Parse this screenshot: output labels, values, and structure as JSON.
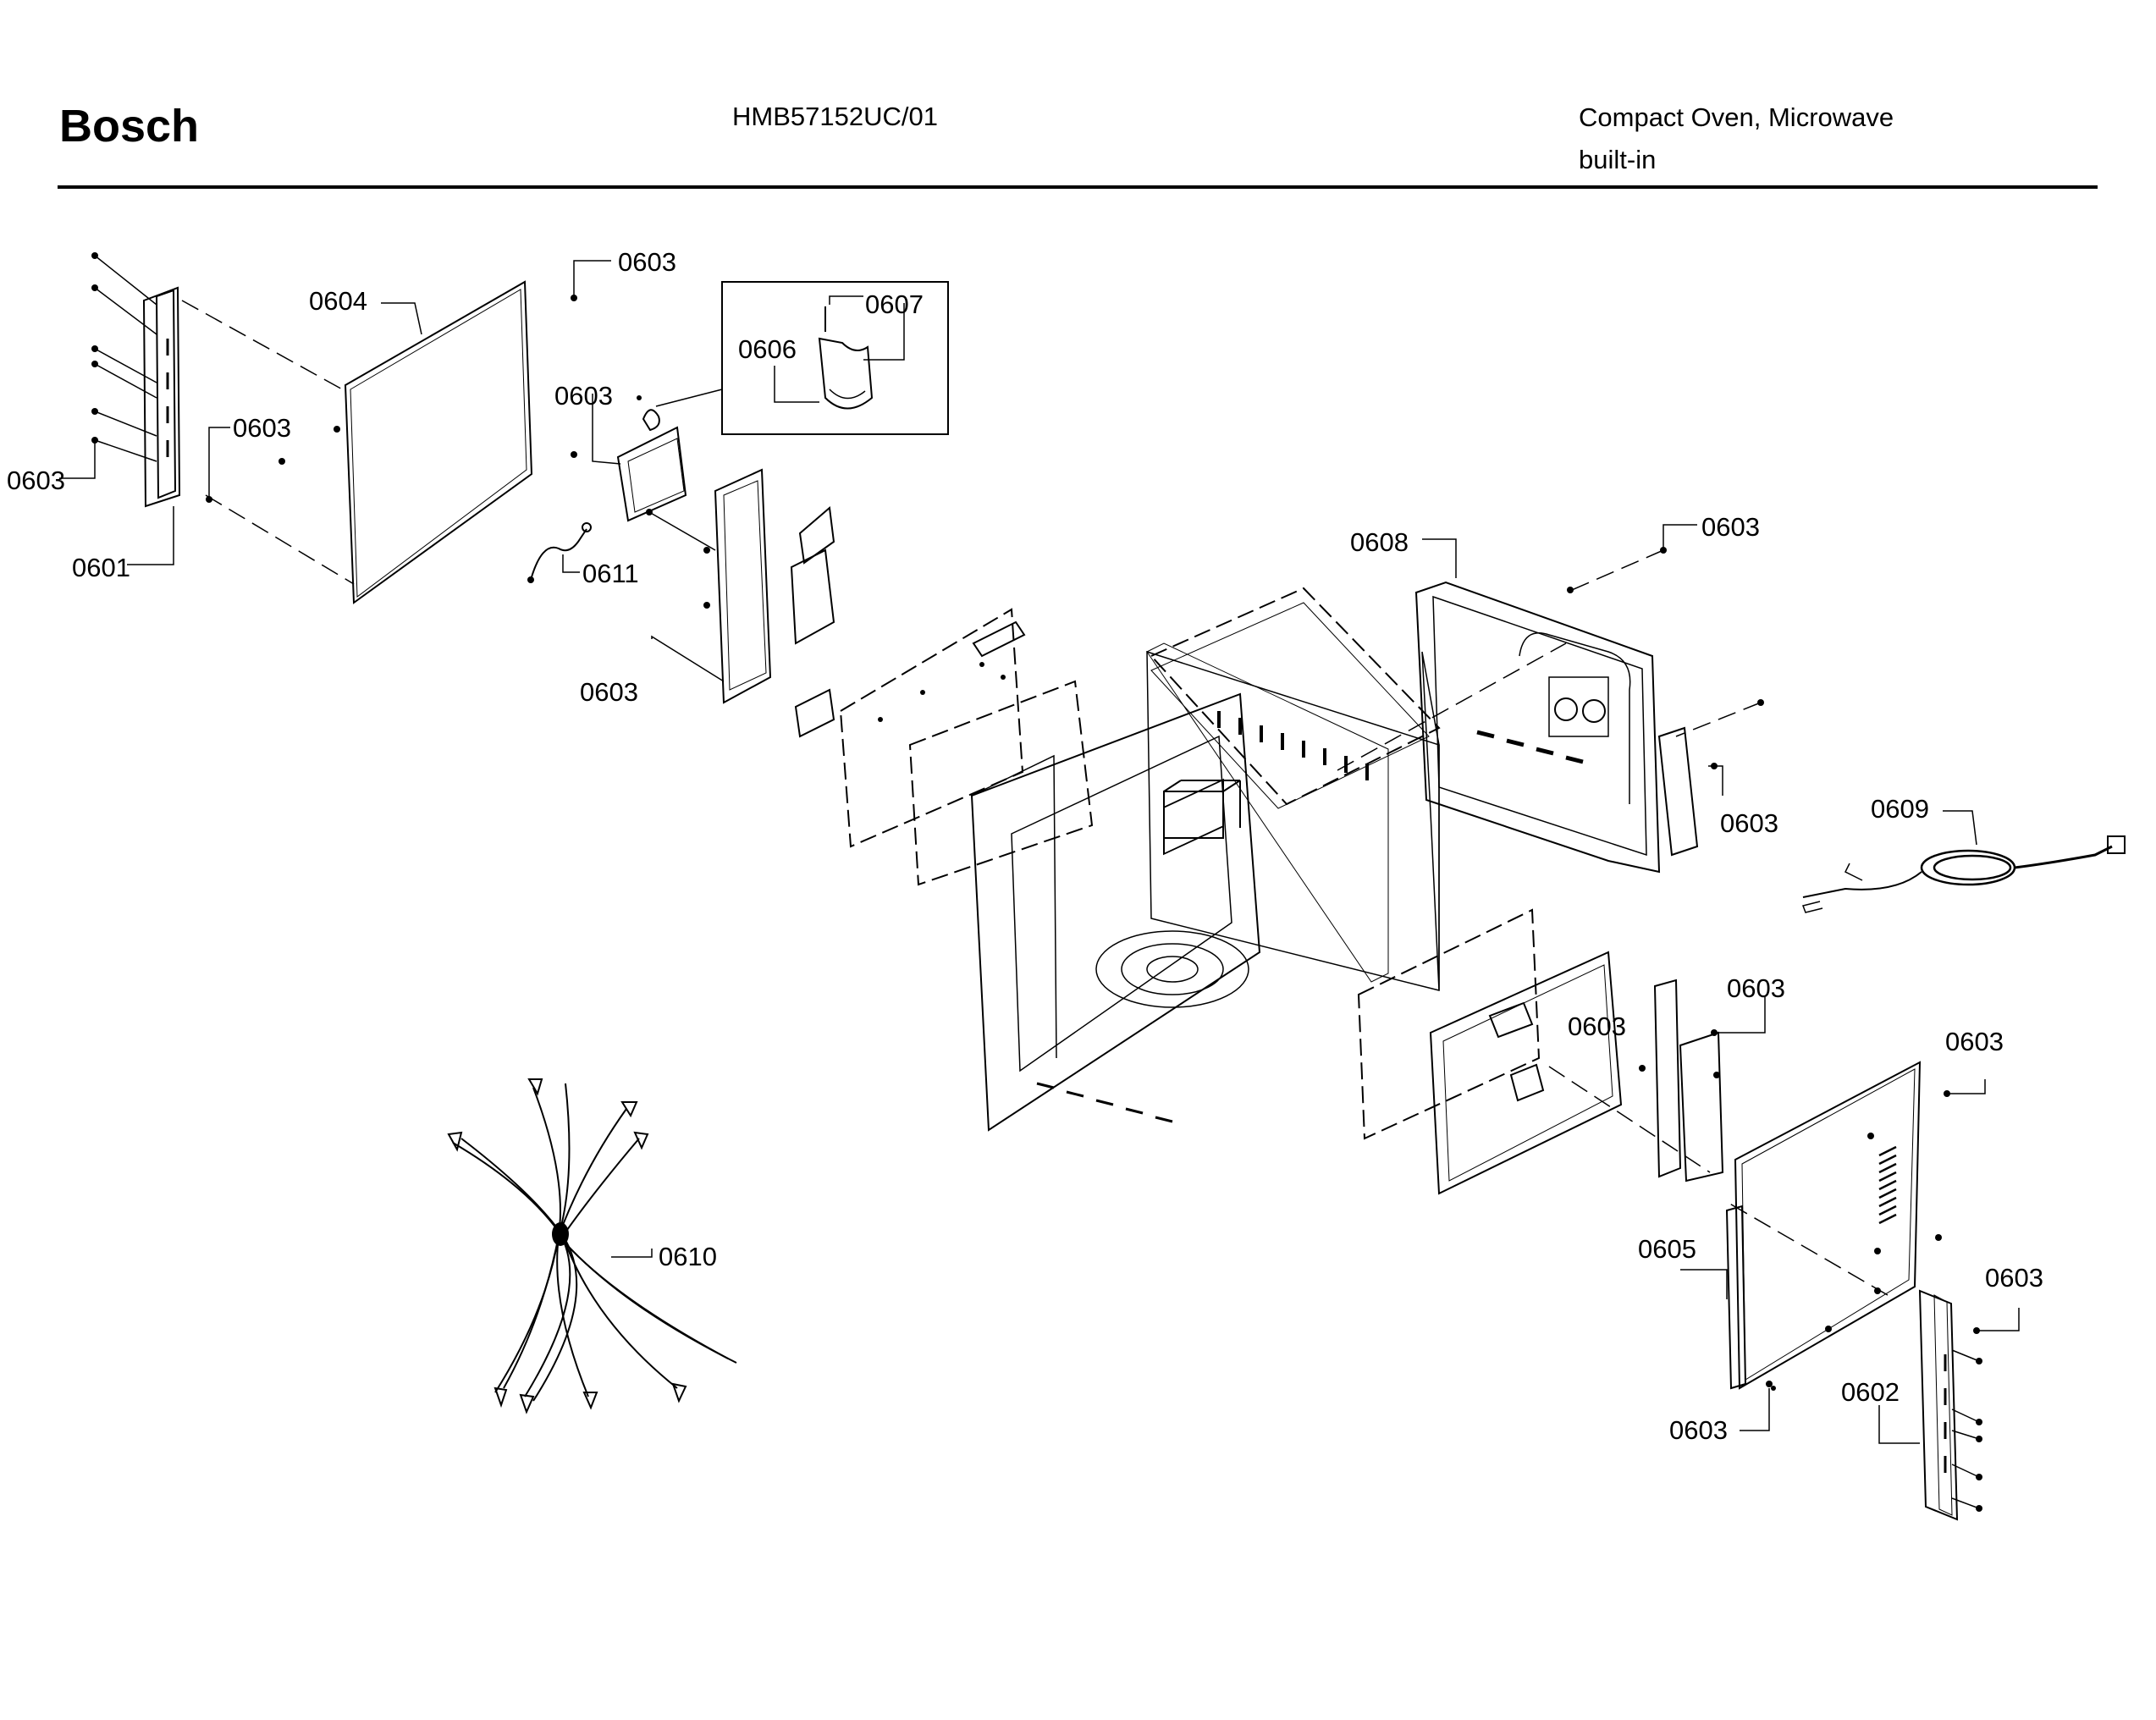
{
  "header": {
    "brand": "Bosch",
    "model": "HMB57152UC/01",
    "product_line1": "Compact Oven, Microwave",
    "product_line2": "built-in"
  },
  "callouts": [
    {
      "id": "c01",
      "text": "0603"
    },
    {
      "id": "c02",
      "text": "0604"
    },
    {
      "id": "c03",
      "text": "0607"
    },
    {
      "id": "c04",
      "text": "0606"
    },
    {
      "id": "c05",
      "text": "0603"
    },
    {
      "id": "c06",
      "text": "0603"
    },
    {
      "id": "c07",
      "text": "0603"
    },
    {
      "id": "c08",
      "text": "0601"
    },
    {
      "id": "c09",
      "text": "0611"
    },
    {
      "id": "c10",
      "text": "0603"
    },
    {
      "id": "c11",
      "text": "0608"
    },
    {
      "id": "c12",
      "text": "0603"
    },
    {
      "id": "c13",
      "text": "0603"
    },
    {
      "id": "c14",
      "text": "0609"
    },
    {
      "id": "c15",
      "text": "0603"
    },
    {
      "id": "c16",
      "text": "0603"
    },
    {
      "id": "c17",
      "text": "0603"
    },
    {
      "id": "c18",
      "text": "0610"
    },
    {
      "id": "c19",
      "text": "0605"
    },
    {
      "id": "c20",
      "text": "0603"
    },
    {
      "id": "c21",
      "text": "0602"
    },
    {
      "id": "c22",
      "text": "0603"
    }
  ]
}
